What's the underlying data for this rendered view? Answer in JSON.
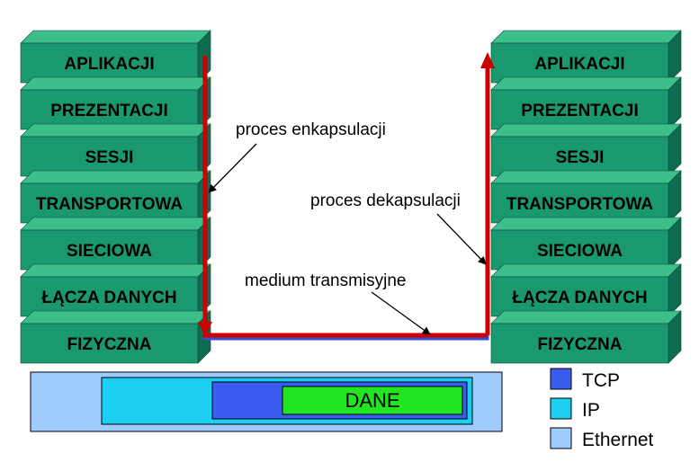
{
  "stack_left": {
    "layers": [
      "APLIKACJI",
      "PREZENTACJI",
      "SESJI",
      "TRANSPORTOWA",
      "SIECIOWA",
      "ŁĄCZA DANYCH",
      "FIZYCZNA"
    ]
  },
  "stack_right": {
    "layers": [
      "APLIKACJI",
      "PREZENTACJI",
      "SESJI",
      "TRANSPORTOWA",
      "SIECIOWA",
      "ŁĄCZA DANYCH",
      "FIZYCZNA"
    ]
  },
  "callouts": {
    "encapsulation": "proces enkapsulacji",
    "decapsulation": "proces dekapsulacji",
    "medium": "medium transmisyjne"
  },
  "frame": {
    "payload": "DANE"
  },
  "legend": [
    {
      "label": "TCP",
      "color": "#3b5cf0"
    },
    {
      "label": "IP",
      "color": "#1ccff2"
    },
    {
      "label": "Ethernet",
      "color": "#9fcbff"
    }
  ],
  "colors": {
    "layer_front": "#1a9870",
    "layer_top": "#3dbf8c",
    "layer_side": "#0e6b4f",
    "flow_arrow": "#cc0000",
    "medium_line": "#3b4bd4",
    "data_fill": "#22e522"
  }
}
